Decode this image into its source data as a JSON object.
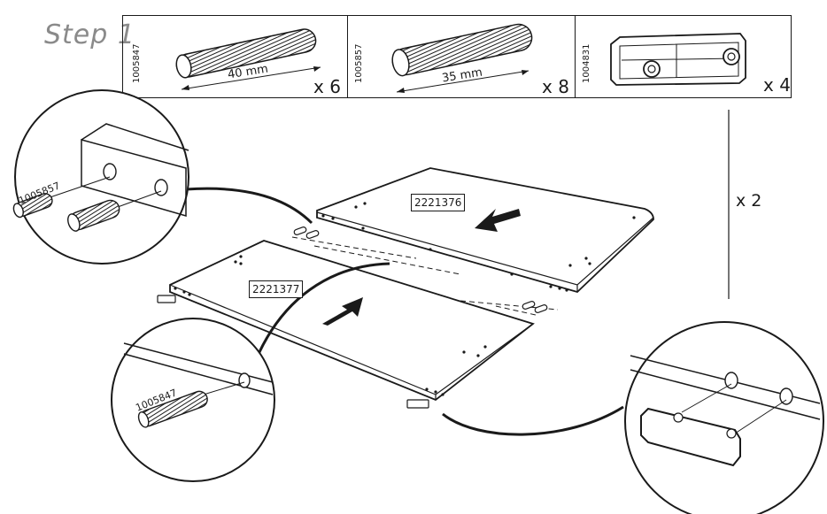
{
  "step": {
    "title": "Step 1"
  },
  "parts": [
    {
      "code": "1005847",
      "dimension": "40 mm",
      "quantity": "x 6",
      "icon": "dowel-40mm-icon"
    },
    {
      "code": "1005857",
      "dimension": "35 mm",
      "quantity": "x 8",
      "icon": "dowel-35mm-icon"
    },
    {
      "code": "1004831",
      "dimension": "",
      "quantity": "x 4",
      "icon": "connector-bracket-icon"
    }
  ],
  "panels": [
    {
      "label": "2221376"
    },
    {
      "label": "2221377"
    }
  ],
  "repeat": {
    "label": "x 2"
  },
  "callouts": [
    {
      "part_code": "1005857",
      "icon": "dowel-insert-detail-icon"
    },
    {
      "part_code": "1005847",
      "icon": "dowel-insert-detail-icon"
    },
    {
      "part_code": "",
      "icon": "bracket-insert-detail-icon"
    }
  ],
  "colors": {
    "line": "#1a1a1a",
    "background": "#ffffff",
    "step_title": "#8a8a8a"
  }
}
